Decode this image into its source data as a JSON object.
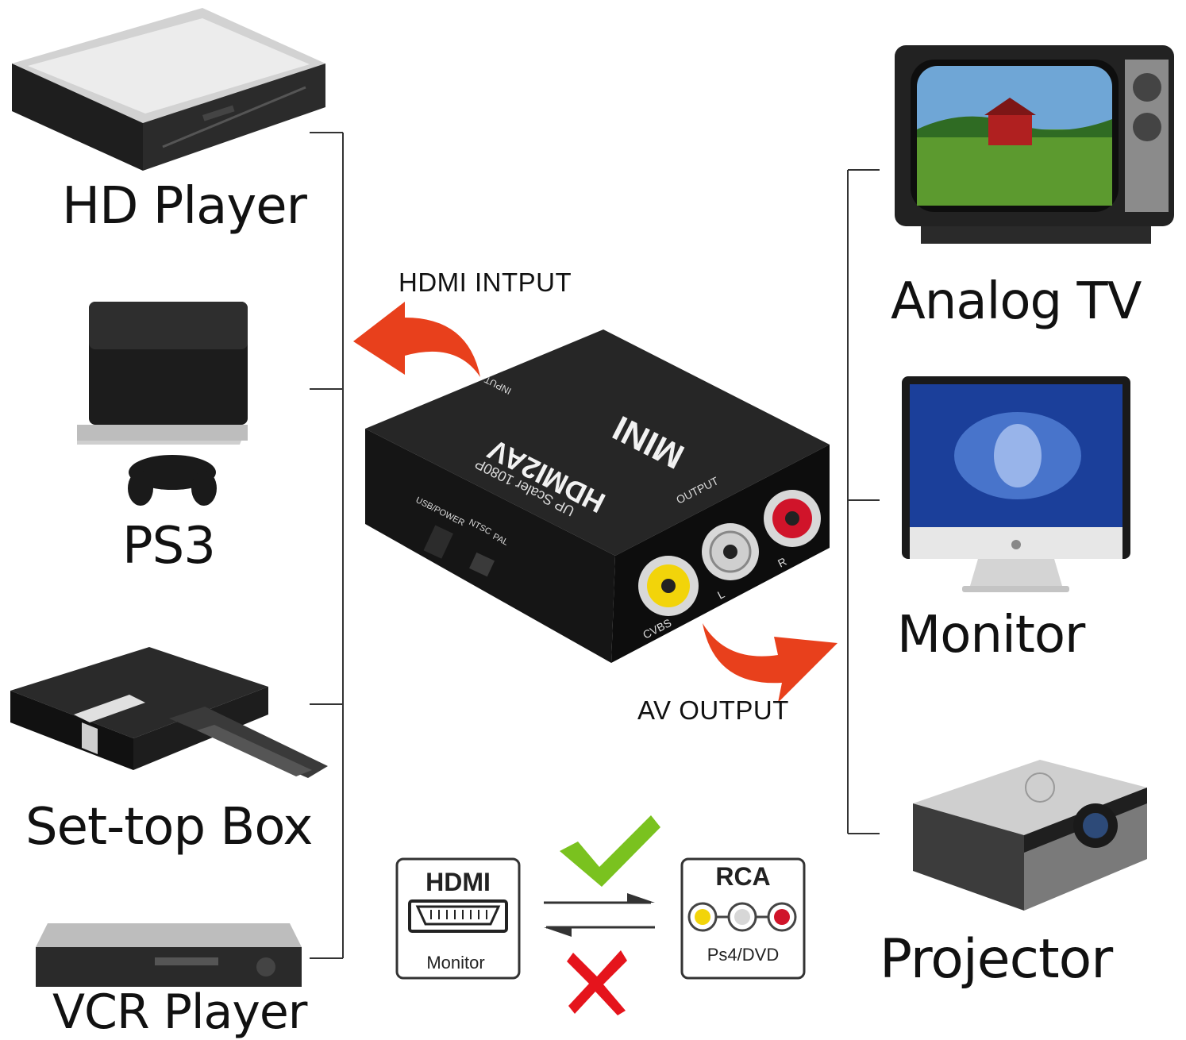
{
  "left_devices": [
    {
      "label": "HD Player",
      "icon": "blu-ray-player-icon"
    },
    {
      "label": "PS3",
      "icon": "game-console-icon"
    },
    {
      "label": "Set-top Box",
      "icon": "set-top-box-icon"
    },
    {
      "label": "VCR Player",
      "icon": "vcr-player-icon"
    }
  ],
  "right_devices": [
    {
      "label": "Analog TV",
      "icon": "crt-tv-icon"
    },
    {
      "label": "Monitor",
      "icon": "monitor-icon"
    },
    {
      "label": "Projector",
      "icon": "projector-icon"
    }
  ],
  "adapter": {
    "top_label": "MINI",
    "model": "HDMI2AV",
    "subtitle": "UP Scaler 1080P",
    "input_port": "INPUT",
    "output_port": "OUTPUT",
    "usb_label": "USB/POWER",
    "ntsc": "NTSC",
    "pal": "PAL",
    "cvbs": "CVBS",
    "l": "L",
    "r": "R"
  },
  "arrows": {
    "hdmi_input": "HDMI INTPUT",
    "av_output": "AV OUTPUT"
  },
  "compat": {
    "hdmi_title": "HDMI",
    "hdmi_sub": "Monitor",
    "rca_title": "RCA",
    "rca_sub": "Ps4/DVD"
  },
  "colors": {
    "arrow": "#e8401c",
    "check": "#7ac21f",
    "cross": "#e5141c",
    "rca_yellow": "#f2d40a",
    "rca_white": "#d7d7d7",
    "rca_red": "#d0142a"
  }
}
